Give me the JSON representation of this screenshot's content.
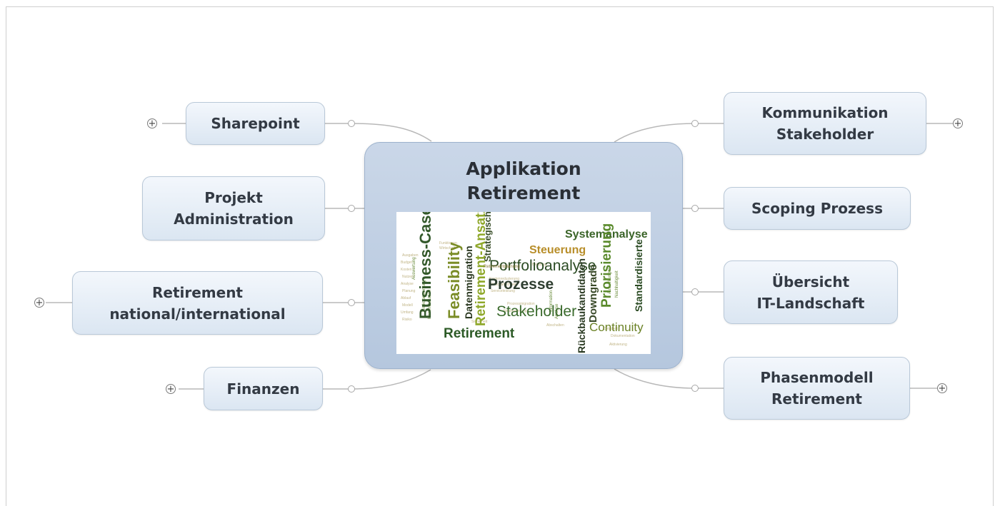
{
  "center": {
    "title_line1": "Applikation",
    "title_line2": "Retirement",
    "wordcloud_words": [
      "Systemanalyse",
      "Steuerung",
      "Strategisch",
      "Business-Case",
      "Feasibility",
      "Datenmigration",
      "Retirement-Ansatz",
      "Portfolioanalyse",
      "Prozesse",
      "Stakeholder",
      "Priorisierung",
      "Standardisierte",
      "Downgrade",
      "Continuity",
      "Retirement",
      "Rückbaukandidaten",
      "Retirementplanung"
    ]
  },
  "nodes": {
    "sharepoint": {
      "line1": "Sharepoint"
    },
    "projekt_admin": {
      "line1": "Projekt",
      "line2": "Administration"
    },
    "retirement_national": {
      "line1": "Retirement",
      "line2": "national/international"
    },
    "finanzen": {
      "line1": "Finanzen"
    },
    "kommunikation": {
      "line1": "Kommunikation",
      "line2": "Stakeholder"
    },
    "scoping": {
      "line1": "Scoping Prozess"
    },
    "uebersicht": {
      "line1": "Übersicht",
      "line2": "IT-Landschaft"
    },
    "phasenmodell": {
      "line1": "Phasenmodell",
      "line2": "Retirement"
    }
  },
  "expand_symbol": "+",
  "colors": {
    "node_border": "#b9c8d8",
    "center_fill": "#c3d2e6",
    "connector": "#b5b5b5",
    "text": "#333a44"
  }
}
